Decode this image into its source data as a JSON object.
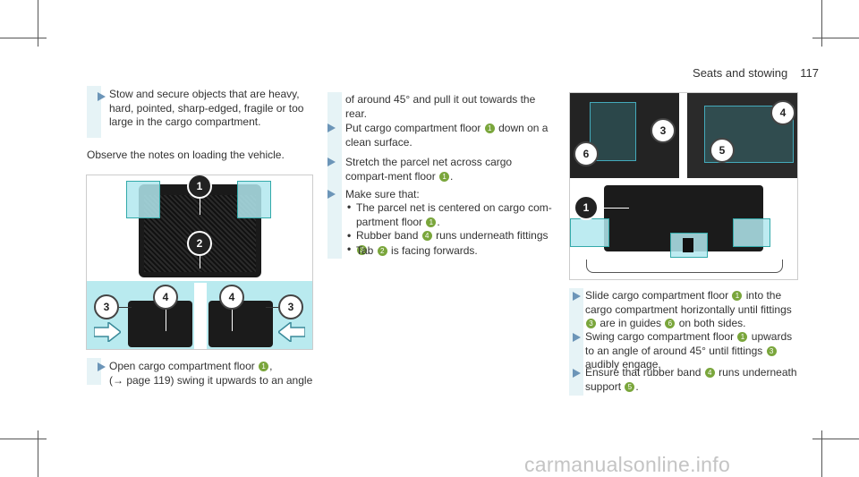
{
  "header": {
    "section": "Seats and stowing",
    "page": "117"
  },
  "left_column": {
    "warn_item": "Stow and secure objects that are heavy, hard, pointed, sharp-edged, fragile or too large in the cargo compartment.",
    "observe": "Observe the notes on loading the vehicle.",
    "step1_a": "Open cargo compartment floor",
    "step1_b": ",",
    "step1_c": "(→ page 119) swing it upwards to an angle"
  },
  "middle_column": {
    "cont": "of around 45° and pull it out towards the rear.",
    "step2_a": "Put cargo compartment floor",
    "step2_b": "down on a clean surface.",
    "step3_a": "Stretch the parcel net across cargo compart-ment floor",
    "step3_b": ".",
    "step4": "Make sure that:",
    "sub1_a": "The parcel net is centered on cargo com-partment floor",
    "sub1_b": ".",
    "sub2_a": "Rubber band",
    "sub2_b": "runs underneath fittings",
    "sub2_c": ".",
    "sub3_a": "Tab",
    "sub3_b": "is facing forwards."
  },
  "right_column": {
    "step5_a": "Slide cargo compartment floor",
    "step5_b": "into the cargo compartment horizontally until fittings",
    "step5_c": "are in guides",
    "step5_d": "on both sides.",
    "step6_a": "Swing cargo compartment floor",
    "step6_b": "upwards to an angle of around 45° until fittings",
    "step6_c": "audibly engage.",
    "step7_a": "Ensure that rubber band",
    "step7_b": "runs underneath support",
    "step7_c": "."
  },
  "refs": {
    "r1": "1",
    "r2": "2",
    "r3": "3",
    "r4": "4",
    "r5": "5",
    "r6": "6"
  },
  "watermark": "carmanualsonline.info",
  "colors": {
    "accent_bar": "#e6f3f6",
    "arrow": "#6c95b8",
    "callout_green": "#7aa63c",
    "highlight": "#b2e8ee"
  }
}
